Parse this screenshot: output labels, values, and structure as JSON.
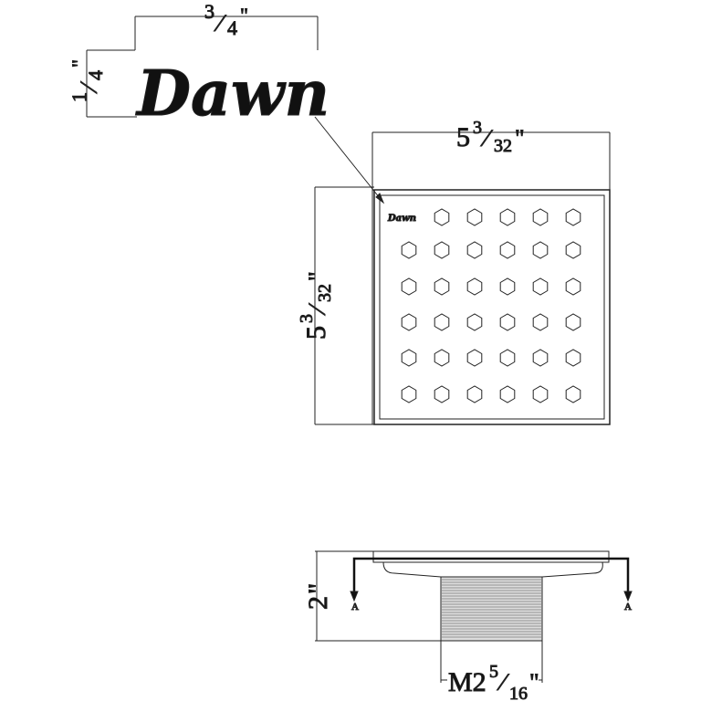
{
  "brand": {
    "logo": "Dawn",
    "small_logo": "Dawn"
  },
  "dimensions": {
    "logo_width": {
      "whole": "",
      "num": "3",
      "den": "4",
      "unit": "\""
    },
    "logo_height": {
      "num": "1",
      "den": "4",
      "unit": "\""
    },
    "grate_width": {
      "whole": "5",
      "num": "3",
      "den": "32",
      "unit": "\""
    },
    "grate_height": {
      "whole": "5",
      "num": "3",
      "den": "32",
      "unit": "\""
    },
    "body_height": {
      "value": "2",
      "unit": "\""
    },
    "thread": {
      "prefix": "M2",
      "num": "5",
      "den": "16",
      "unit": "\""
    }
  },
  "section": {
    "left_label": "A",
    "right_label": "A"
  },
  "grid": {
    "rows": 6,
    "cols": 6
  }
}
